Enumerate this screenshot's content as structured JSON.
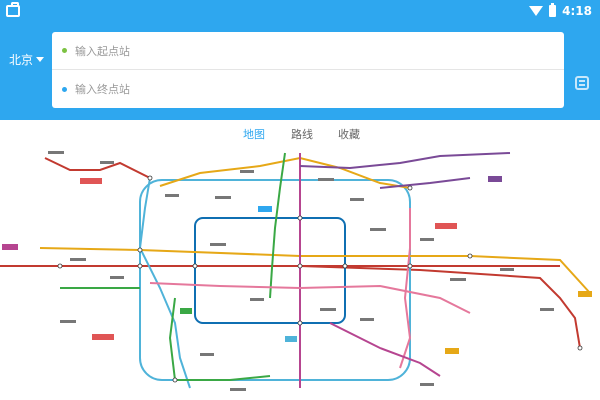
{
  "status_bar": {
    "time": "4:18"
  },
  "header": {
    "city": "北京",
    "start_placeholder": "输入起点站",
    "end_placeholder": "输入终点站",
    "start_dot_color": "#7cc242",
    "end_dot_color": "#2ea7ef"
  },
  "tabs": [
    {
      "label": "地图",
      "active": true
    },
    {
      "label": "路线",
      "active": false
    },
    {
      "label": "收藏",
      "active": false
    }
  ],
  "colors": {
    "accent": "#2ea7ef",
    "line_red": "#c23a30",
    "line_blue": "#0f6fb2",
    "line_yellow": "#e6a817",
    "line_cyan": "#4fb3d9",
    "line_green": "#3aa845",
    "line_purple": "#7a4a97",
    "line_magenta": "#b64590",
    "line_pink": "#e5789c"
  }
}
